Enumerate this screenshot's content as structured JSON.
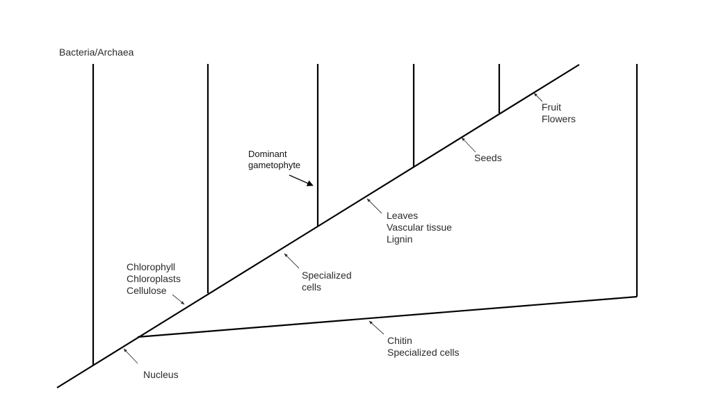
{
  "diagram": {
    "outgroup_label": "Bacteria/Archaea",
    "labels": {
      "plant_traits": [
        "Chlorophyll",
        "Chloroplasts",
        "Cellulose"
      ],
      "gametophyte": [
        "Dominant",
        "gametophyte"
      ],
      "specialized": [
        "Specialized",
        "cells"
      ],
      "vascular": [
        "Leaves",
        "Vascular tissue",
        "Lignin"
      ],
      "seeds": "Seeds",
      "flowers": [
        "Fruit",
        "Flowers"
      ],
      "chitin": [
        "Chitin",
        "Specialized cells"
      ],
      "nucleus": "Nucleus"
    },
    "colors": {
      "line": "#000000",
      "text": "#2a2a2a"
    }
  }
}
